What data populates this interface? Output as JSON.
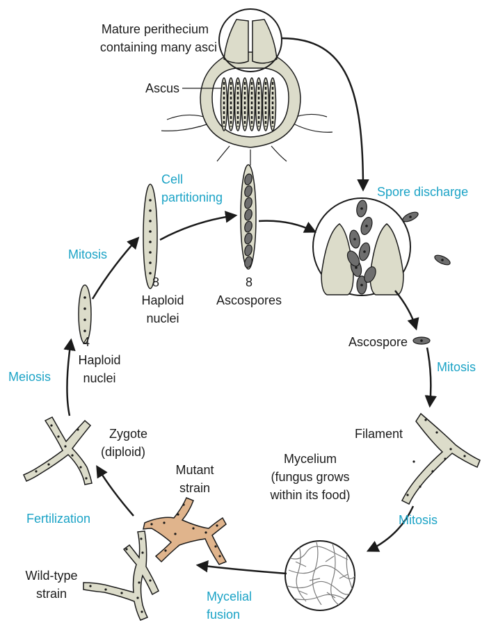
{
  "labels": {
    "perithecium_line1": "Mature perithecium",
    "perithecium_line2": "containing many asci",
    "ascus": "Ascus",
    "eight_top": "8",
    "ascospores": "Ascospores",
    "eight_haploid_num": "8",
    "eight_haploid_line1": "Haploid",
    "eight_haploid_line2": "nuclei",
    "four_haploid_num": "4",
    "four_haploid_line1": "Haploid",
    "four_haploid_line2": "nuclei",
    "ascospore": "Ascospore",
    "filament": "Filament",
    "mycelium_line1": "Mycelium",
    "mycelium_line2": "(fungus grows",
    "mycelium_line3": "within its food)",
    "zygote_line1": "Zygote",
    "zygote_line2": "(diploid)",
    "mutant_line1": "Mutant",
    "mutant_line2": "strain",
    "wild_line1": "Wild-type",
    "wild_line2": "strain"
  },
  "processes": {
    "cell_partitioning_line1": "Cell",
    "cell_partitioning_line2": "partitioning",
    "spore_discharge": "Spore discharge",
    "mitosis_left": "Mitosis",
    "mitosis_right_top": "Mitosis",
    "mitosis_right_bottom": "Mitosis",
    "meiosis": "Meiosis",
    "fertilization": "Fertilization",
    "mycelial_fusion_line1": "Mycelial",
    "mycelial_fusion_line2": "fusion"
  },
  "colors": {
    "process_text": "#1ba3c6",
    "beige": "#dcdcca",
    "orange": "#e0b48c",
    "spore": "#6e6e6e"
  }
}
